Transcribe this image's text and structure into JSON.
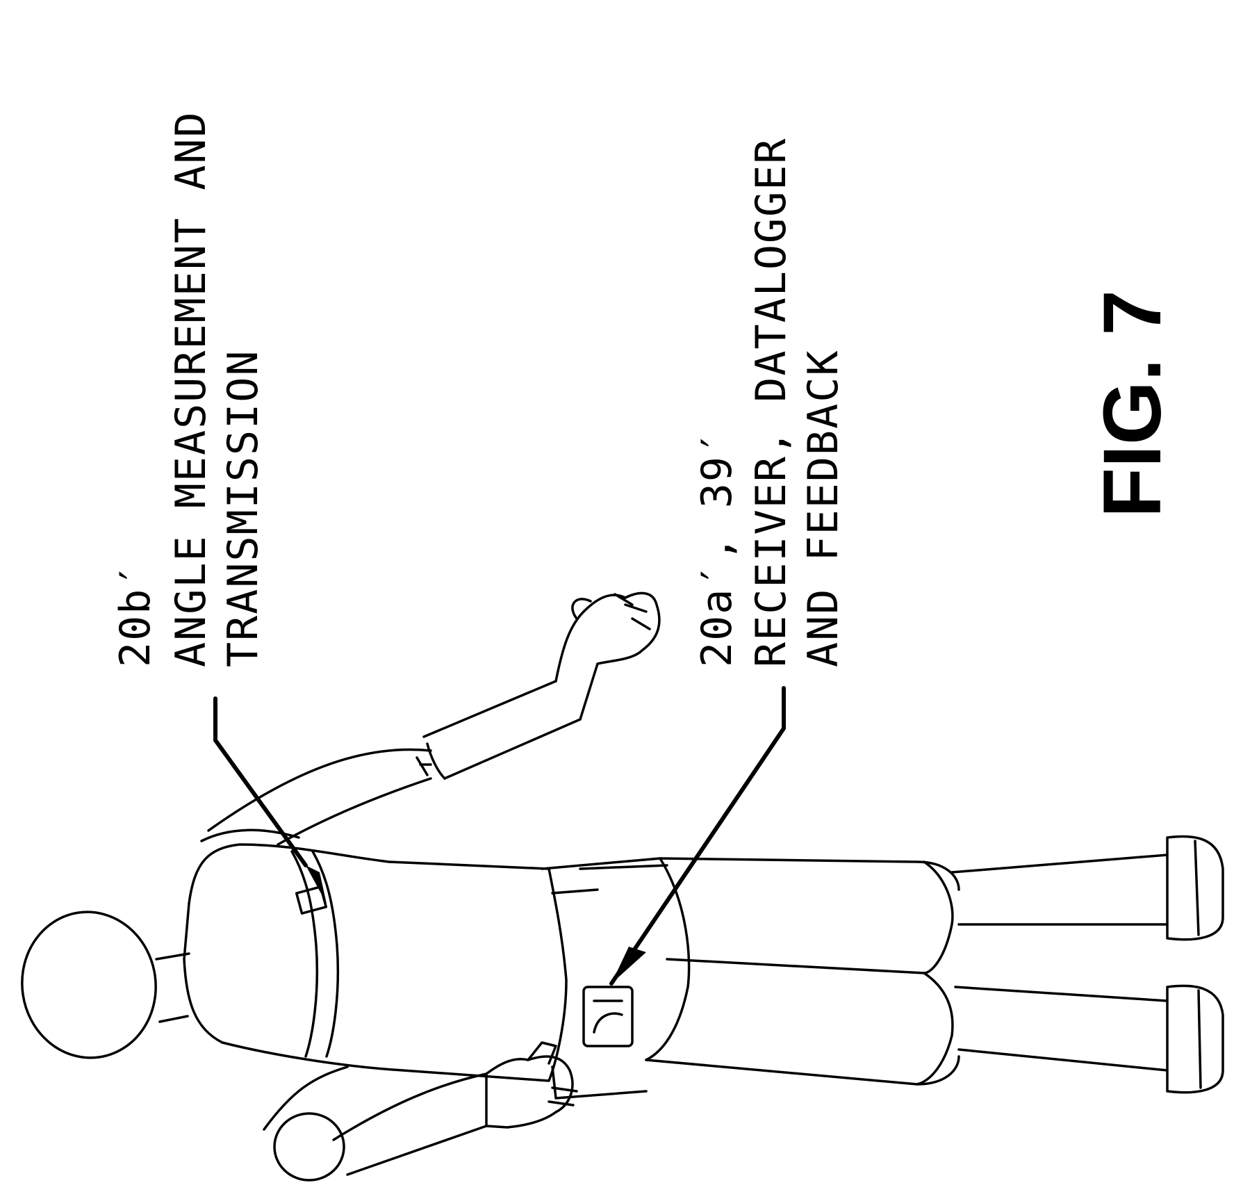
{
  "figure_label": "FIG. 7",
  "callouts": {
    "sensor": {
      "ref": "20b′",
      "line1": "ANGLE MEASUREMENT AND",
      "line2": "TRANSMISSION"
    },
    "receiver": {
      "ref": "20a′, 39′",
      "line1": "RECEIVER, DATALOGGER",
      "line2": "AND FEEDBACK"
    }
  }
}
